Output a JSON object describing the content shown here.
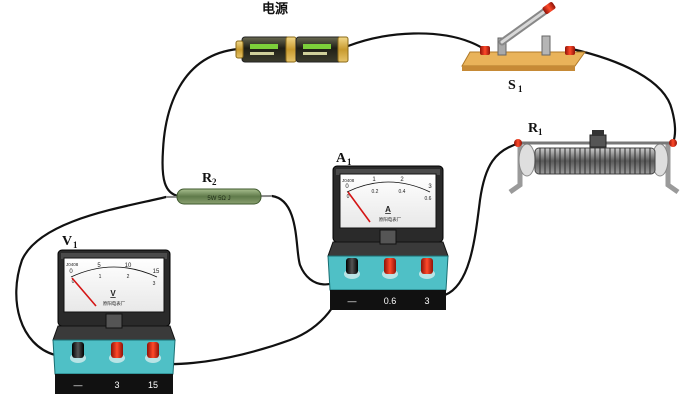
{
  "labels": {
    "power_source": "电源",
    "switch": "S",
    "switch_sub": "1",
    "rheostat": "R",
    "rheostat_sub": "1",
    "resistor": "R",
    "resistor_sub": "2",
    "ammeter": "A",
    "ammeter_sub": "1",
    "voltmeter": "V",
    "voltmeter_sub": "1"
  },
  "resistor_marking": "5W 5Ω J",
  "ammeter": {
    "model": "J0408",
    "upper_scale": [
      "0",
      "1",
      "2",
      "3"
    ],
    "lower_scale": [
      "0",
      "0.2",
      "0.4",
      "0.6"
    ],
    "unit": "A",
    "maker": "原阳电表厂",
    "terminals": [
      "—",
      "0.6",
      "3"
    ]
  },
  "voltmeter": {
    "model": "J0408",
    "upper_scale": [
      "0",
      "5",
      "10",
      "15"
    ],
    "lower_scale": [
      "0",
      "1",
      "2",
      "3"
    ],
    "unit": "V",
    "maker": "原阳电表厂",
    "terminals": [
      "—",
      "3",
      "15"
    ]
  },
  "colors": {
    "wire": "#111111",
    "battery_body": "#2b2b1f",
    "battery_cap": "#d8b24a",
    "switch_base": "#e9b35a",
    "meter_case": "#2a2a2a",
    "meter_base": "#4fc0c6",
    "terminal_red": "#d42a1a",
    "resistor_body": "#6f8a5a",
    "needle": "#d41515"
  }
}
